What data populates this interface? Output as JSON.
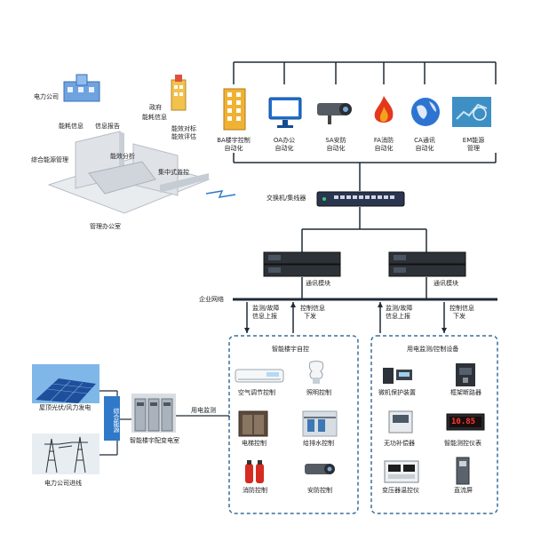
{
  "office": {
    "power_company": "电力公司",
    "government": "政府",
    "energy_info_1": "能耗信息",
    "info_report": "信息报告",
    "energy_info_2": "能耗信息",
    "energy_compare": "能效对标",
    "energy_assess": "能效评估",
    "integrated_mgmt": "综合能源管理",
    "energy_analysis": "能效分析",
    "central_monitor": "集中式监控",
    "office_label": "管理办公室"
  },
  "systems": [
    {
      "line1": "BA楼宇控制",
      "line2": "自动化",
      "icon": "building-icon"
    },
    {
      "line1": "OA办公",
      "line2": "自动化",
      "icon": "monitor-icon"
    },
    {
      "line1": "SA安防",
      "line2": "自动化",
      "icon": "camera-icon"
    },
    {
      "line1": "FA消防",
      "line2": "自动化",
      "icon": "fire-icon"
    },
    {
      "line1": "CA通讯",
      "line2": "自动化",
      "icon": "globe-icon"
    },
    {
      "line1": "EM能源",
      "line2": "管理",
      "icon": "energy-screen-icon"
    }
  ],
  "network": {
    "switch": "交换机/集线器",
    "comm_left": "通讯模块",
    "comm_right": "通讯模块",
    "enterprise_net": "企业网络",
    "monitor_fault_1": "监测/故障",
    "info_up_1": "信息上报",
    "control_info_1": "控制信息",
    "down_1": "下发",
    "monitor_fault_2": "监测/故障",
    "info_up_2": "信息上报",
    "control_info_2": "控制信息",
    "down_2": "下发"
  },
  "smart_building": {
    "title": "智能楼宇自控",
    "items": [
      "空气调节控制",
      "照明控制",
      "电梯控制",
      "给排水控制",
      "消防控制",
      "安防控制"
    ]
  },
  "power_monitor": {
    "title": "用电监测/控制设备",
    "items": [
      "微机保护装置",
      "框架断路器",
      "无功补偿器",
      "智能测控仪表",
      "变压器温控仪",
      "直流屏"
    ],
    "meter_display": "10.85"
  },
  "supply": {
    "solar": "屋顶光伏/风力发电",
    "grid": "电力公司进线",
    "integrated_energy": "综合能源",
    "substation": "智能楼宇配变电室",
    "power_monitoring": "用电监测"
  },
  "colors": {
    "line": "#1f2a36",
    "accent": "#2f79c8",
    "dash": "#3a6f9a",
    "device_dark": "#2d3238"
  }
}
